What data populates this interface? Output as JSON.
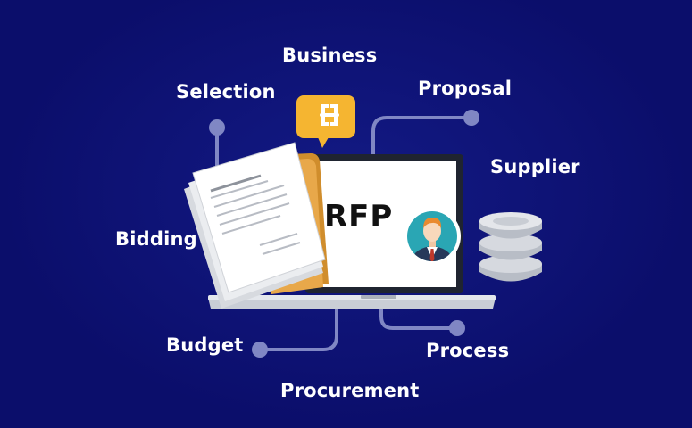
{
  "center": {
    "title": "RFP"
  },
  "labels": {
    "business": "Business",
    "selection": "Selection",
    "proposal": "Proposal",
    "supplier": "Supplier",
    "bidding": "Bidding",
    "budget": "Budget",
    "process": "Process",
    "procurement": "Procurement"
  },
  "colors": {
    "background": "#0b0e6b",
    "connector": "#8087c4",
    "chat_bubble": "#f5b531",
    "avatar_circle": "#2aa6b4",
    "folder": "#e8a84a"
  },
  "icons": [
    "laptop-icon",
    "document-stack-icon",
    "folder-icon",
    "chat-bubble-icon",
    "handshake-icon",
    "person-avatar-icon",
    "database-icon"
  ]
}
